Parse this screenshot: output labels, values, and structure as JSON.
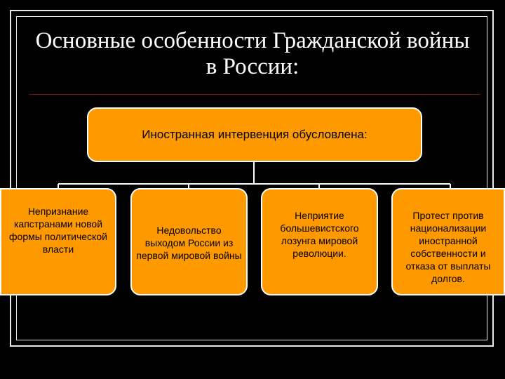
{
  "title": "Основные особенности Гражданской войны в России:",
  "diagram": {
    "root": "Иностранная интервенция обусловлена:",
    "children": [
      "Непризнание капстранами новой формы политической власти",
      "Недовольство выходом России из первой мировой войны",
      "Неприятие большевистского лозунга мировой революции.",
      "Протест против национализации иностранной собственности и отказа от выплаты долгов."
    ]
  },
  "colors": {
    "background": "#000000",
    "box_fill": "#ff9900",
    "box_border": "#ffffff",
    "title_text": "#ffffff",
    "title_rule": "#7a1a14"
  }
}
